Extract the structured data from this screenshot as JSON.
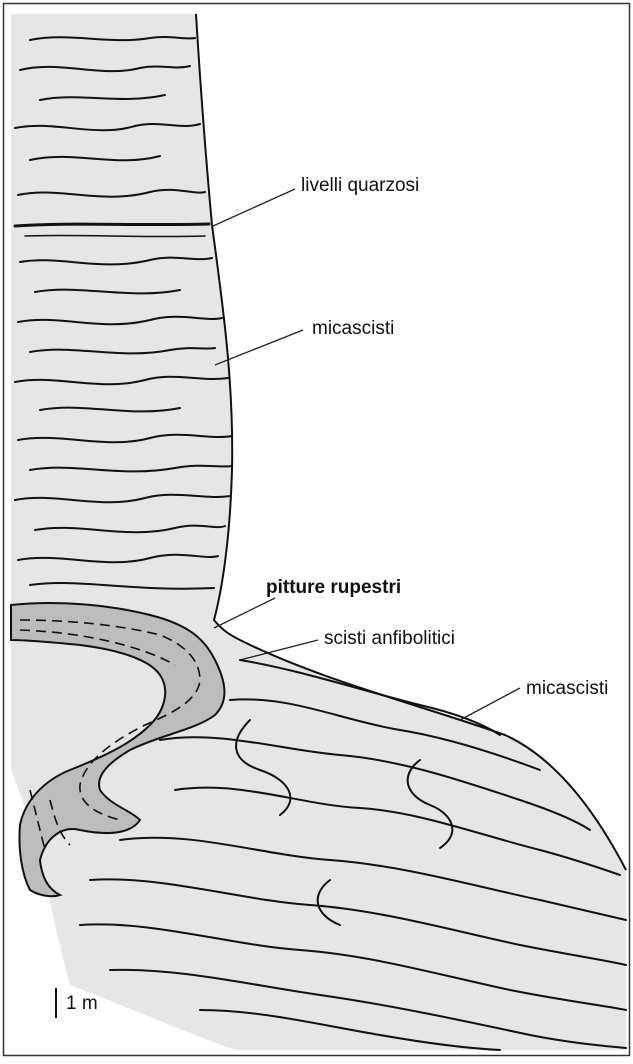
{
  "labels": {
    "livelli_quarzosi": "livelli quarzosi",
    "micascisti_upper": "micascisti",
    "pitture_rupestri": "pitture rupestri",
    "scisti_anfibolitici": "scisti anfibolitici",
    "micascisti_lower": "micascisti"
  },
  "scale_bar": {
    "label": "1 m"
  },
  "colors": {
    "rock_fill": "#e6e6e6",
    "amphibolite_fill": "#bdbdbd",
    "line": "#111111",
    "frame": "#333333"
  }
}
